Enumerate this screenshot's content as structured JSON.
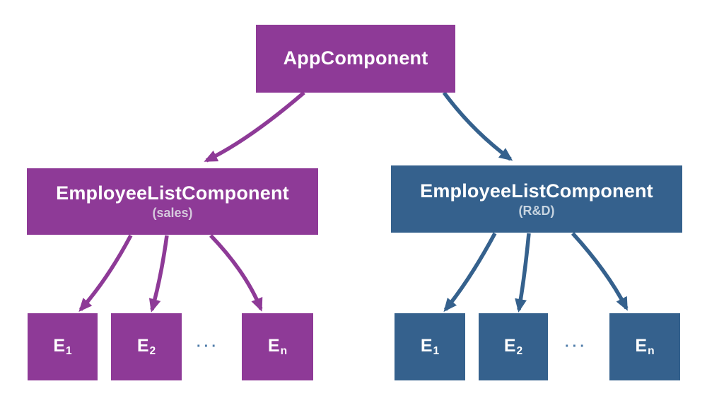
{
  "colors": {
    "purple": "#8e3a97",
    "blue": "#35618d",
    "text_white": "#ffffff",
    "subtitle_purple": "#d6cadd",
    "subtitle_blue": "#c7d4e0",
    "ellipsis": "#4d7ba8"
  },
  "diagram": {
    "root": {
      "title": "AppComponent"
    },
    "groups": [
      {
        "title": "EmployeeListComponent",
        "subtitle": "(sales)",
        "ellipsis": "···",
        "children": [
          {
            "base": "E",
            "sub": "1"
          },
          {
            "base": "E",
            "sub": "2"
          },
          {
            "base": "E",
            "sub": "n"
          }
        ]
      },
      {
        "title": "EmployeeListComponent",
        "subtitle": "(R&D)",
        "ellipsis": "···",
        "children": [
          {
            "base": "E",
            "sub": "1"
          },
          {
            "base": "E",
            "sub": "2"
          },
          {
            "base": "E",
            "sub": "n"
          }
        ]
      }
    ]
  }
}
